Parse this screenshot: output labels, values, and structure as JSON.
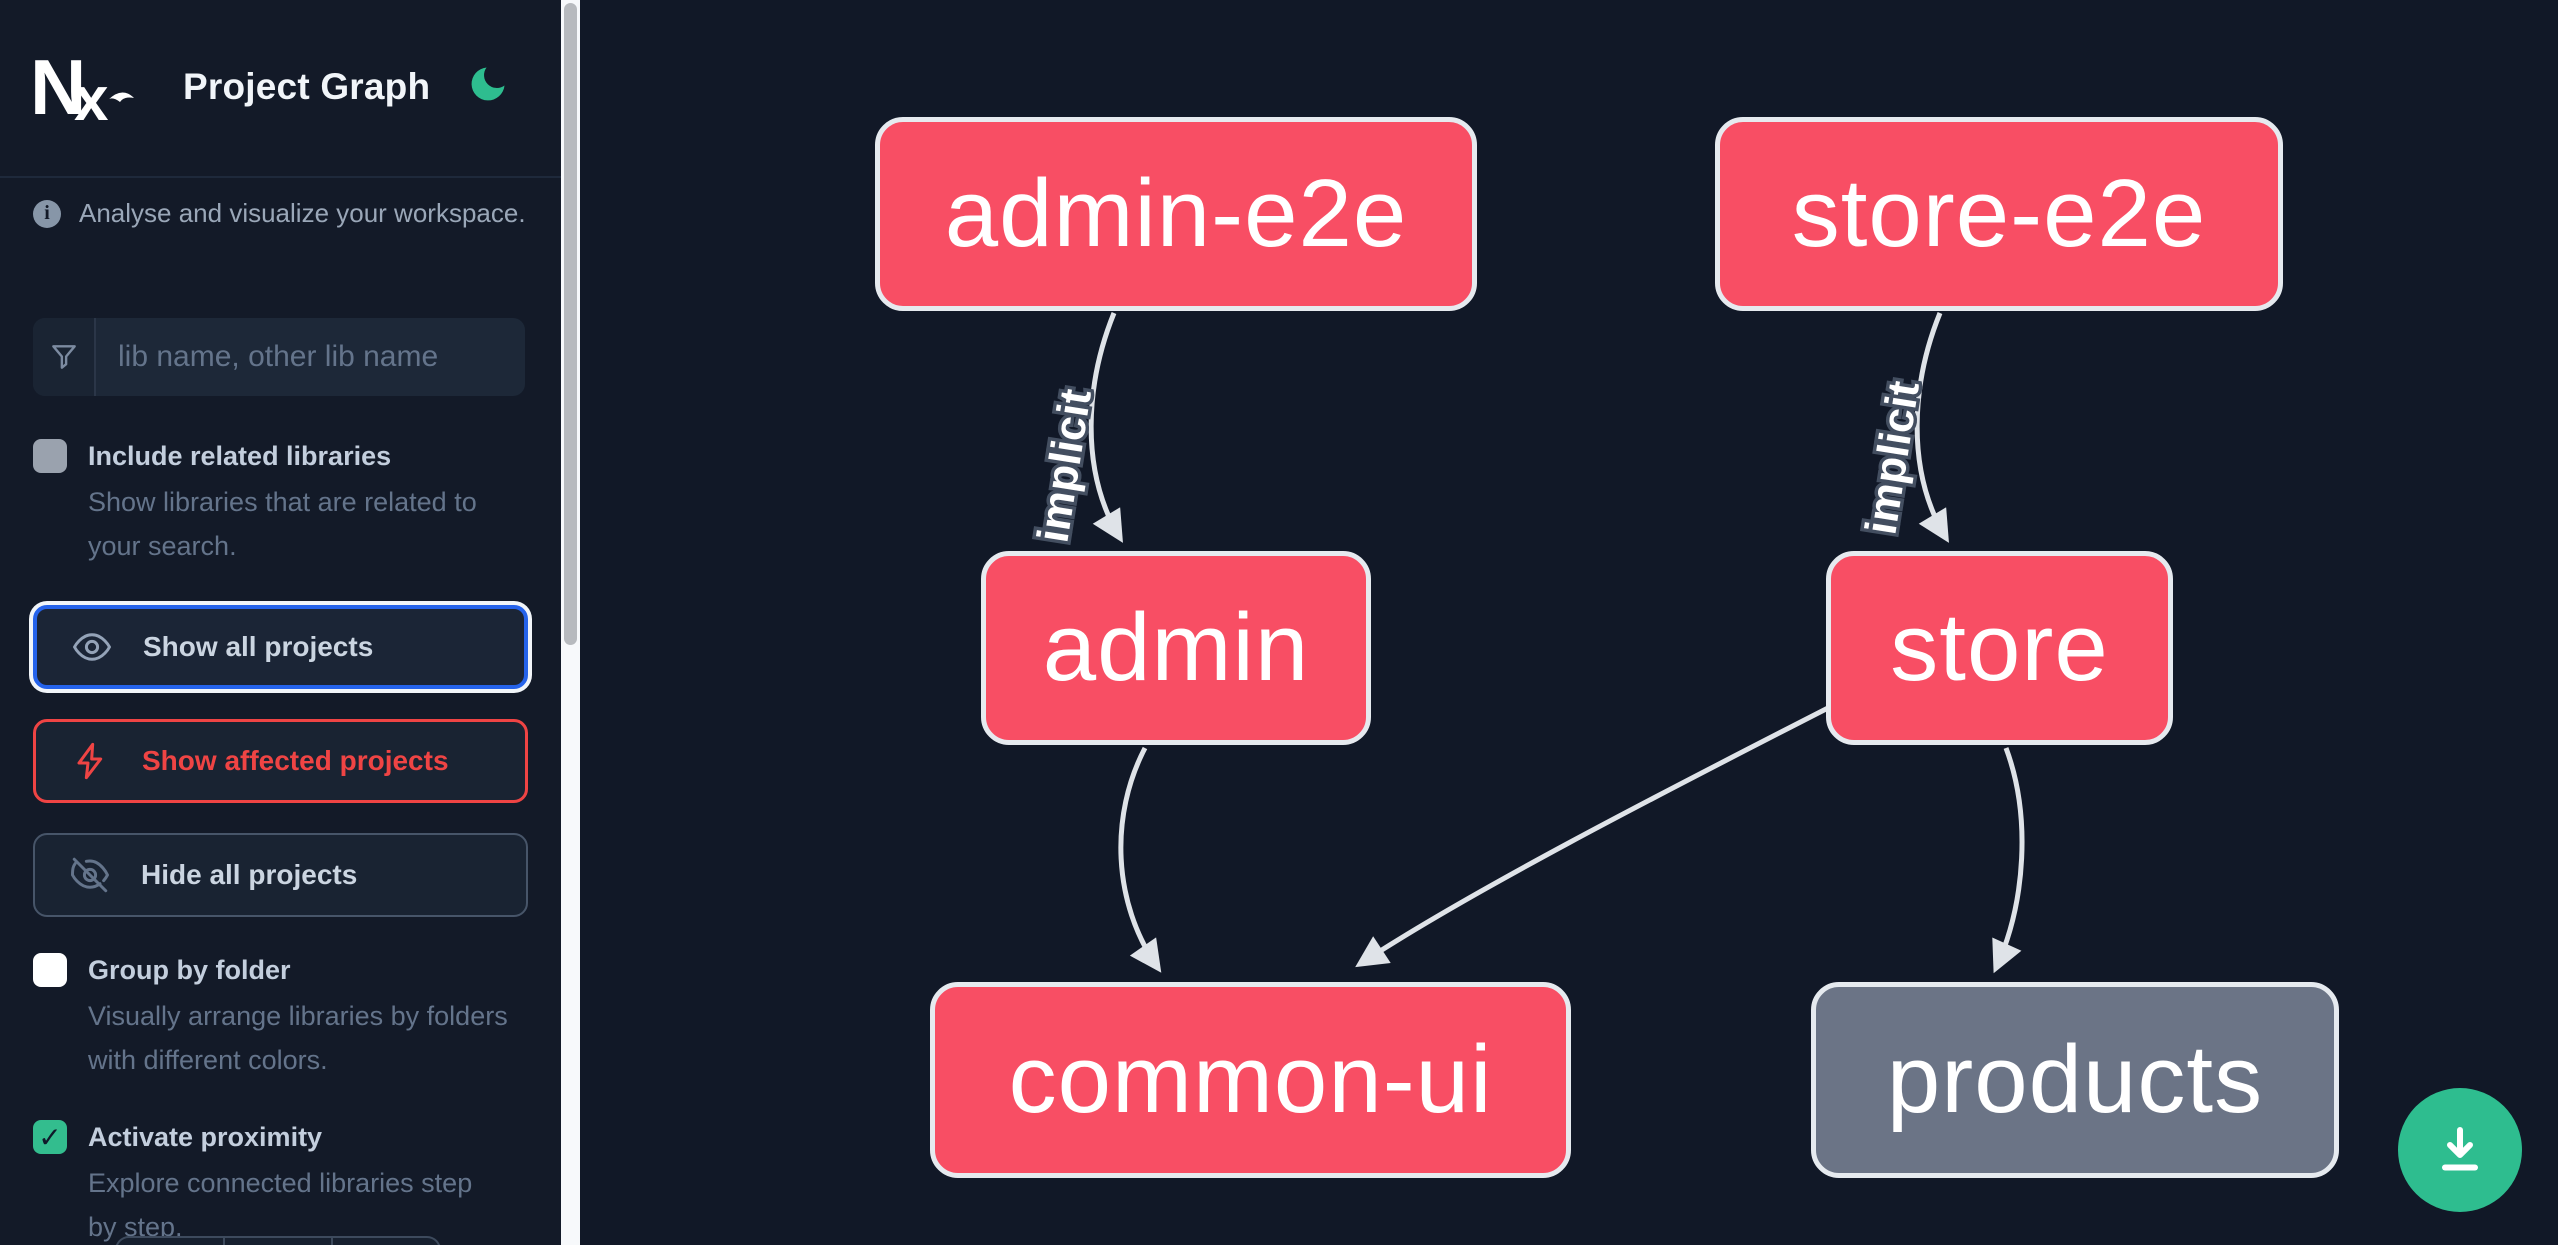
{
  "app": {
    "title": "Project Graph"
  },
  "colors": {
    "accent_green": "#2ebd8f",
    "node_pink": "#f84e64",
    "node_gray": "#6b7486",
    "node_border": "#e6eaef",
    "edge_gray": "#dfe3e8",
    "focus_blue": "#2563eb",
    "affected_red": "#ef4444",
    "sidebar_bg": "#131a28",
    "canvas_bg": "#111827"
  },
  "icons": {
    "check_glyph": "✓",
    "info_glyph": "i"
  },
  "sidebar": {
    "tagline": "Analyse and visualize your workspace.",
    "search": {
      "placeholder": "lib name, other lib name",
      "value": ""
    },
    "include_related": {
      "label": "Include related libraries",
      "description": "Show libraries that are related to your search.",
      "checked": false
    },
    "actions": {
      "show_all": "Show all projects",
      "show_affected": "Show affected projects",
      "hide_all": "Hide all projects"
    },
    "group_by_folder": {
      "label": "Group by folder",
      "description": "Visually arrange libraries by folders with different colors.",
      "checked": false
    },
    "activate_proximity": {
      "label": "Activate proximity",
      "description": "Explore connected libraries step by step.",
      "checked": true
    }
  },
  "graph": {
    "nodes": [
      {
        "id": "admin-e2e",
        "label": "admin-e2e",
        "style": "pink"
      },
      {
        "id": "store-e2e",
        "label": "store-e2e",
        "style": "pink"
      },
      {
        "id": "admin",
        "label": "admin",
        "style": "pink"
      },
      {
        "id": "store",
        "label": "store",
        "style": "pink"
      },
      {
        "id": "common-ui",
        "label": "common-ui",
        "style": "pink"
      },
      {
        "id": "products",
        "label": "products",
        "style": "gray"
      }
    ],
    "edges": [
      {
        "from": "admin-e2e",
        "to": "admin",
        "label": "implicit"
      },
      {
        "from": "store-e2e",
        "to": "store",
        "label": "implicit"
      },
      {
        "from": "admin",
        "to": "common-ui",
        "label": ""
      },
      {
        "from": "store",
        "to": "common-ui",
        "label": ""
      },
      {
        "from": "store",
        "to": "products",
        "label": ""
      }
    ]
  }
}
